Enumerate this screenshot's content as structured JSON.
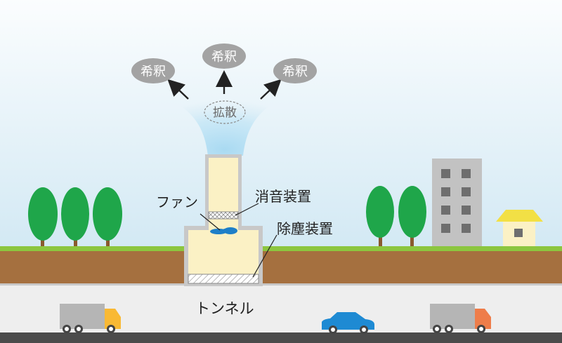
{
  "labels": {
    "dilution_left": "希釈",
    "dilution_center": "希釈",
    "dilution_right": "希釈",
    "diffusion": "拡散",
    "fan": "ファン",
    "silencer": "消音装置",
    "dust_collector": "除塵装置",
    "tunnel": "トンネル"
  },
  "colors": {
    "sky_top": "#fbfdfe",
    "sky_bottom": "#d3e9f4",
    "grass": "#8cc63f",
    "soil": "#a5703f",
    "tunnel": "#eeeeee",
    "road": "#4b4b4b",
    "shaft_fill": "#fbf1c5",
    "shaft_wall": "#c8c8c8",
    "tree_green": "#1fa64a",
    "tree_trunk": "#8a5a2e",
    "building": "#c2c2c2",
    "window": "#6e6e6e",
    "house_wall": "#fbf1c5",
    "house_roof": "#f2e045",
    "bubble": "#a3a3a3",
    "fan_blue": "#1e7fc8",
    "truck_body": "#b5b5b5",
    "truck_cab_left": "#f9b934",
    "truck_cab_right": "#ee7d4a",
    "car": "#1e8ad3"
  }
}
